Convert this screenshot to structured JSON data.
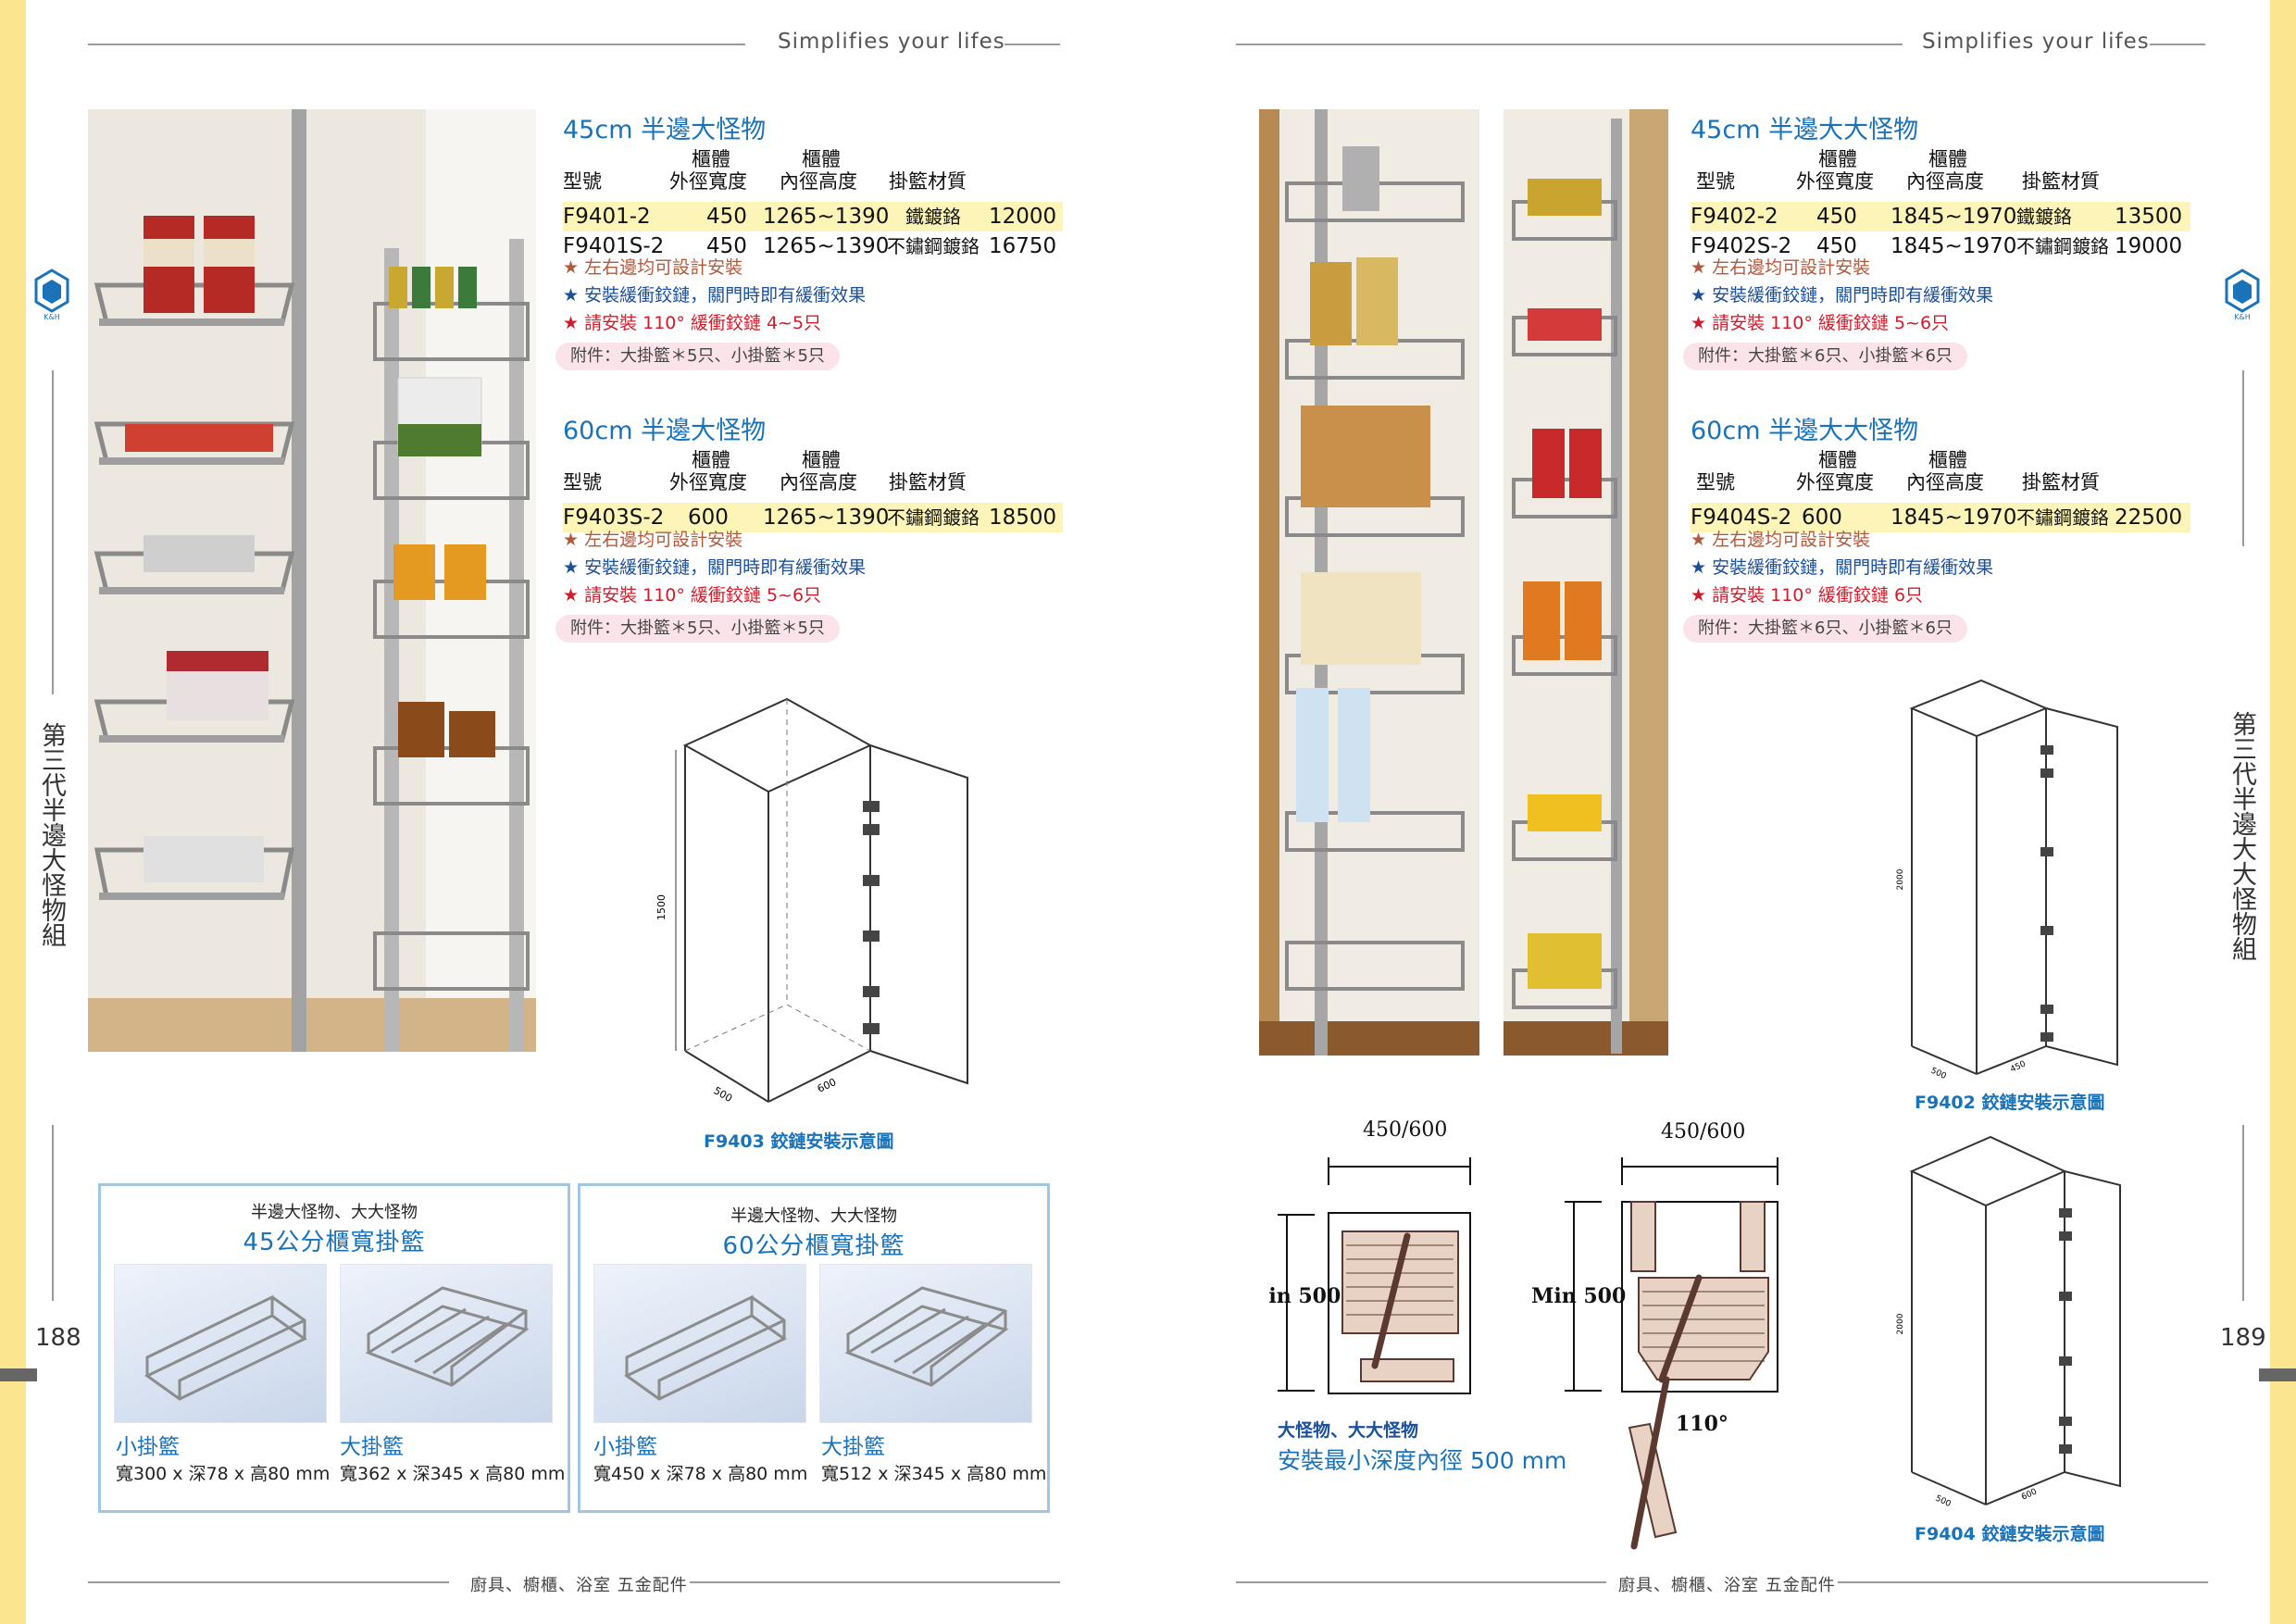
{
  "header": {
    "slogan_left": "Simplifies your lifes",
    "slogan_right": "Simplifies your lifes"
  },
  "footer": {
    "left": "廚具、櫥櫃、浴室 五金配件",
    "right": "廚具、櫥櫃、浴室 五金配件"
  },
  "page_numbers": {
    "left": "188",
    "right": "189"
  },
  "side_titles": {
    "left": "第三代半邊大怪物組",
    "right": "第三代半邊大大怪物組"
  },
  "logo_text": "K&H",
  "colors": {
    "accent_blue": "#1a73b8",
    "edge_yellow": "#fbe58f",
    "highlight": "#fdf5b8",
    "accessory_pink": "#fbe3ea"
  },
  "product_sections": [
    {
      "title": "45cm 半邊大怪物",
      "headers": {
        "model": "型號",
        "outer_top": "櫃體",
        "outer": "外徑寬度",
        "inner_top": "櫃體",
        "inner": "內徑高度",
        "material": "掛籃材質"
      },
      "rows": [
        {
          "model": "F9401-2",
          "width": "450",
          "height": "1265~1390",
          "material": "鐵鍍鉻",
          "price": "12000",
          "highlight": true
        },
        {
          "model": "F9401S-2",
          "width": "450",
          "height": "1265~1390",
          "material": "不鏽鋼鍍鉻",
          "price": "16750",
          "highlight": false
        }
      ],
      "notes": [
        "★ 左右邊均可設計安裝",
        "★ 安裝緩衝鉸鏈，關門時即有緩衝效果",
        "★ 請安裝 110° 緩衝鉸鏈 4~5只"
      ],
      "accessory": "附件：大掛籃＊5只、小掛籃＊5只"
    },
    {
      "title": "60cm 半邊大怪物",
      "headers": {
        "model": "型號",
        "outer_top": "櫃體",
        "outer": "外徑寬度",
        "inner_top": "櫃體",
        "inner": "內徑高度",
        "material": "掛籃材質"
      },
      "rows": [
        {
          "model": "F9403S-2",
          "width": "600",
          "height": "1265~1390",
          "material": "不鏽鋼鍍鉻",
          "price": "18500",
          "highlight": true
        }
      ],
      "notes": [
        "★ 左右邊均可設計安裝",
        "★ 安裝緩衝鉸鏈，關門時即有緩衝效果",
        "★ 請安裝 110° 緩衝鉸鏈 5~6只"
      ],
      "accessory": "附件：大掛籃＊5只、小掛籃＊5只"
    },
    {
      "title": "45cm 半邊大大怪物",
      "headers": {
        "model": "型號",
        "outer_top": "櫃體",
        "outer": "外徑寬度",
        "inner_top": "櫃體",
        "inner": "內徑高度",
        "material": "掛籃材質"
      },
      "rows": [
        {
          "model": "F9402-2",
          "width": "450",
          "height": "1845~1970",
          "material": "鐵鍍鉻",
          "price": "13500",
          "highlight": true
        },
        {
          "model": "F9402S-2",
          "width": "450",
          "height": "1845~1970",
          "material": "不鏽鋼鍍鉻",
          "price": "19000",
          "highlight": false
        }
      ],
      "notes": [
        "★ 左右邊均可設計安裝",
        "★ 安裝緩衝鉸鏈，關門時即有緩衝效果",
        "★ 請安裝 110° 緩衝鉸鏈 5~6只"
      ],
      "accessory": "附件：大掛籃＊6只、小掛籃＊6只"
    },
    {
      "title": "60cm 半邊大大怪物",
      "headers": {
        "model": "型號",
        "outer_top": "櫃體",
        "outer": "外徑寬度",
        "inner_top": "櫃體",
        "inner": "內徑高度",
        "material": "掛籃材質"
      },
      "rows": [
        {
          "model": "F9404S-2",
          "width": "600",
          "height": "1845~1970",
          "material": "不鏽鋼鍍鉻",
          "price": "22500",
          "highlight": true
        }
      ],
      "notes": [
        "★ 左右邊均可設計安裝",
        "★ 安裝緩衝鉸鏈，關門時即有緩衝效果",
        "★ 請安裝 110° 緩衝鉸鏈 6只"
      ],
      "accessory": "附件：大掛籃＊6只、小掛籃＊6只"
    }
  ],
  "diagram_captions": {
    "f9403": "F9403 鉸鏈安裝示意圖",
    "f9402": "F9402 鉸鏈安裝示意圖",
    "f9404": "F9404 鉸鏈安裝示意圖"
  },
  "diagram_dims": {
    "h1": "1500",
    "d1": "500",
    "w1": "600",
    "h2": "2000",
    "d2": "500",
    "w2": "450",
    "h3": "2000",
    "d3": "500",
    "w3": "600"
  },
  "baskets": [
    {
      "subtitle": "半邊大怪物、大大怪物",
      "title": "45公分櫃寬掛籃",
      "items": [
        {
          "label": "小掛籃",
          "dims": "寬300 x 深78 x 高80 mm"
        },
        {
          "label": "大掛籃",
          "dims": "寬362 x 深345 x 高80 mm"
        }
      ]
    },
    {
      "subtitle": "半邊大怪物、大大怪物",
      "title": "60公分櫃寬掛籃",
      "items": [
        {
          "label": "小掛籃",
          "dims": "寬450 x 深78 x 高80 mm"
        },
        {
          "label": "大掛籃",
          "dims": "寬512 x 深345 x 高80 mm"
        }
      ]
    }
  ],
  "plan": {
    "width_a": "450/600",
    "width_b": "450/600",
    "min_a": "Min 500",
    "min_b": "Min 500",
    "angle": "110°",
    "note_small": "大怪物、大大怪物",
    "note_big": "安裝最小深度內徑 500 mm"
  }
}
